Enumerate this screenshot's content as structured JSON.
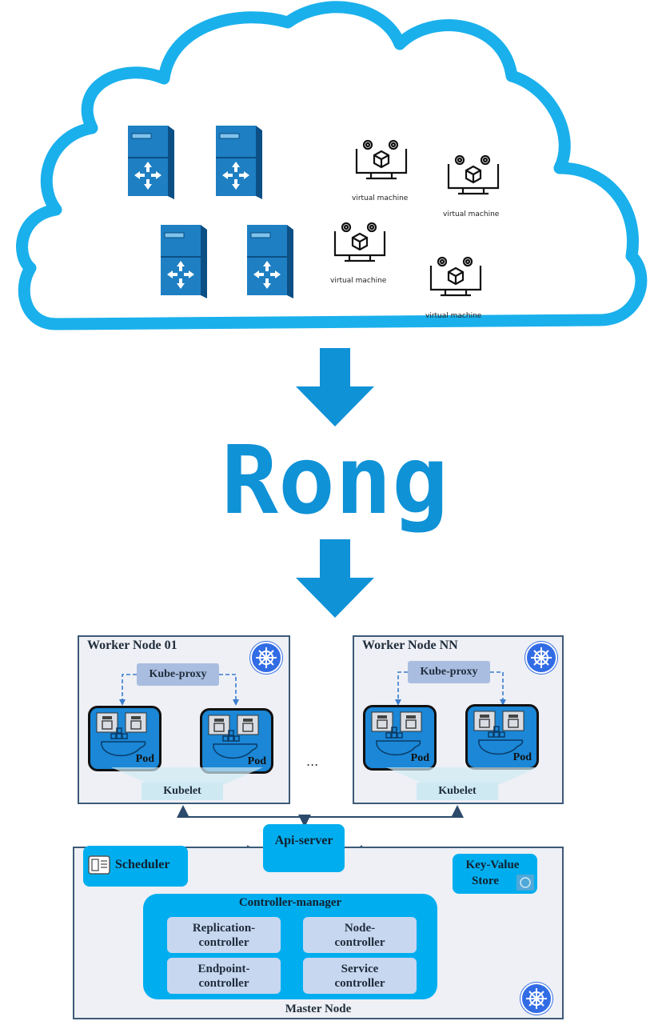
{
  "cloud": {
    "vm_label": "virtual machine"
  },
  "brand": "Rong",
  "worker_nodes": [
    {
      "title": "Worker Node 01",
      "kube_proxy": "Kube-proxy",
      "pod": "Pod",
      "kubelet": "Kubelet"
    },
    {
      "title": "Worker Node NN",
      "kube_proxy": "Kube-proxy",
      "pod": "Pod",
      "kubelet": "Kubelet"
    }
  ],
  "ellipsis": "...",
  "api_server": "Api-server",
  "scheduler": "Scheduler",
  "kv_store": {
    "line1": "Key-Value",
    "line2": "Store"
  },
  "controller_manager": {
    "title": "Controller-manager",
    "items": [
      {
        "line1": "Replication-",
        "line2": "controller"
      },
      {
        "line1": "Node-",
        "line2": "controller"
      },
      {
        "line1": "Endpoint-",
        "line2": "controller"
      },
      {
        "line1": "Service",
        "line2": "controller"
      }
    ]
  },
  "master_node": "Master Node",
  "colors": {
    "accent": "#0f92d6",
    "cloud": "#1ab0ec",
    "box": "#00aeef",
    "router": "#1e7fc3"
  }
}
